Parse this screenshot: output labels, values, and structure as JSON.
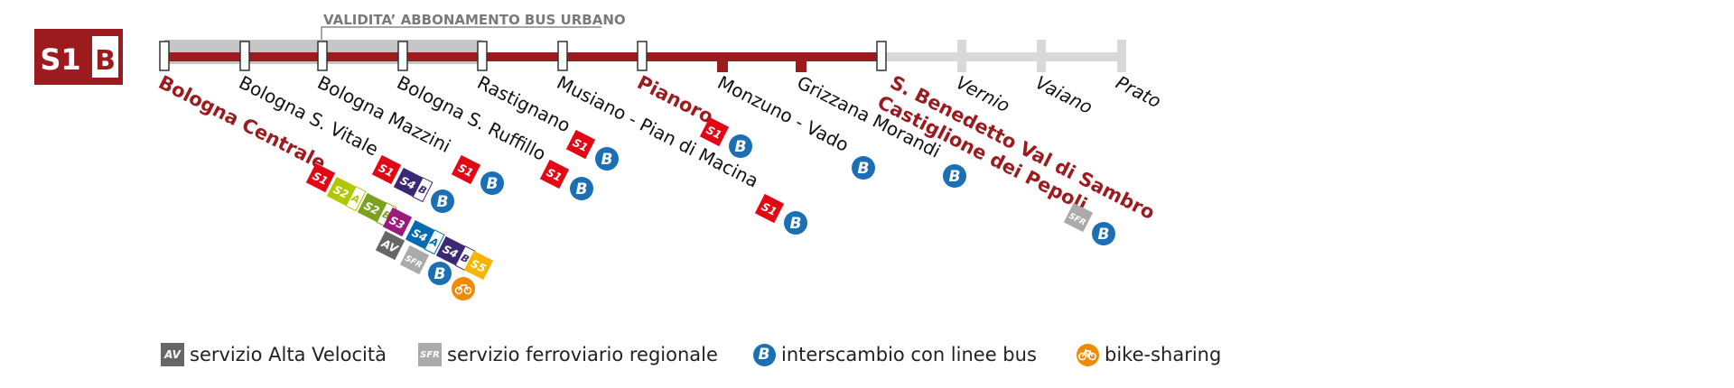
{
  "line": {
    "badge": {
      "number": "S1",
      "letter": "B"
    },
    "validity_label": "VALIDITA’ ABBONAMENTO BUS URBANO"
  },
  "stations": [
    {
      "name": "Bologna Centrale",
      "highlight": true
    },
    {
      "name": "Bologna S. Vitale",
      "highlight": false
    },
    {
      "name": "Bologna Mazzini",
      "highlight": false
    },
    {
      "name": "Bologna S. Ruffillo",
      "highlight": false
    },
    {
      "name": "Rastignano",
      "highlight": false
    },
    {
      "name": "Musiano - Pian di Macina",
      "highlight": false
    },
    {
      "name": "Pianoro",
      "highlight": true
    },
    {
      "name": "Monzuno - Vado",
      "highlight": false
    },
    {
      "name": "Grizzana Morandi",
      "highlight": false
    },
    {
      "name": "S. Benedetto Val di Sambro",
      "name2": "Castiglione dei Pepoli",
      "highlight": true
    },
    {
      "name": "Vernio",
      "highlight": false
    },
    {
      "name": "Vaiano",
      "highlight": false
    },
    {
      "name": "Prato",
      "highlight": false
    }
  ],
  "badge_labels": {
    "S1": "S1",
    "S2": "S2",
    "S3": "S3",
    "S4": "S4",
    "S5": "S5",
    "A": "A",
    "B": "B",
    "AV": "AV",
    "SFR": "SFR",
    "BUS": "B"
  },
  "legend": [
    {
      "icon": "av-icon",
      "abbr": "AV",
      "label": "servizio Alta Velocità"
    },
    {
      "icon": "sfr-icon",
      "abbr": "SFR",
      "label": "servizio ferroviario regionale"
    },
    {
      "icon": "bus-icon",
      "abbr": "B",
      "label": "interscambio con linee bus"
    },
    {
      "icon": "bike-icon",
      "abbr": "",
      "label": "bike-sharing"
    }
  ],
  "colors": {
    "line": "#9b1b1f",
    "station_red": "#9b1b1f",
    "validity": "#c6c6c6",
    "grey_track": "#d9d9d9",
    "s1": "#e30613",
    "s2": "#b1c800",
    "s2b": "#7aa21f",
    "s3": "#9c1a7c",
    "s4": "#006ab3",
    "s4b": "#3a2874",
    "s5": "#f7b500",
    "av": "#666666",
    "sfr": "#aaaaaa",
    "bus": "#1a6fb5",
    "bike": "#f08a00"
  }
}
